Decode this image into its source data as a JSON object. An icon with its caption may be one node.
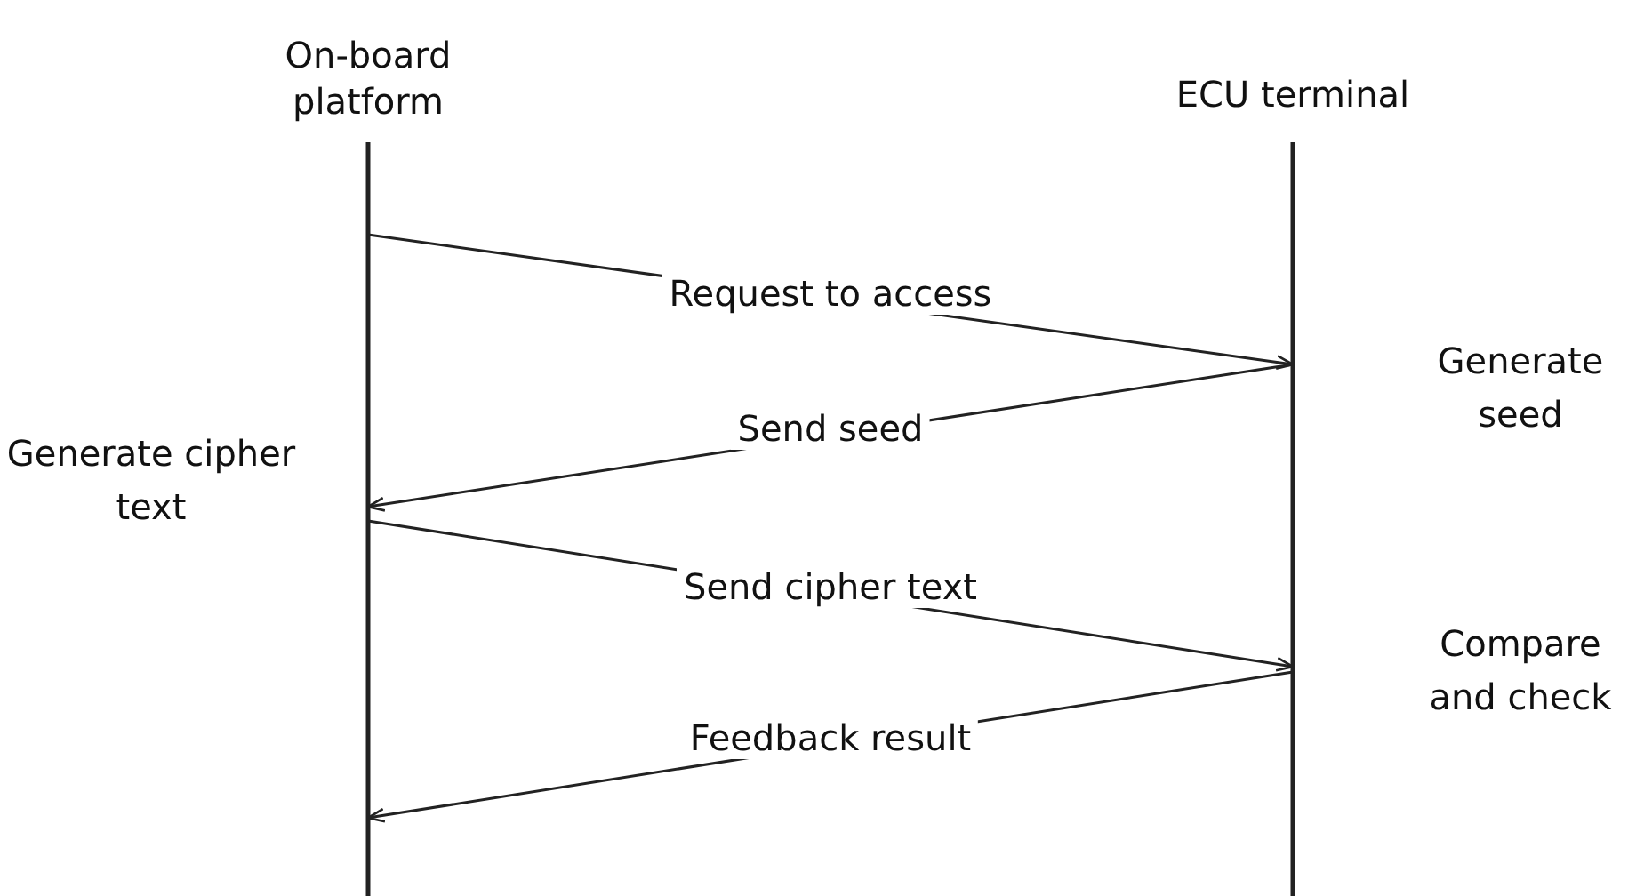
{
  "diagram": {
    "nodes": [
      {
        "text": [
          "On-board platform"
        ]
      },
      {
        "text": [
          "ECU terminal"
        ]
      }
    ],
    "edges": [
      {
        "from": 0,
        "to": 1,
        "arrow": "to",
        "label": "Request to access"
      },
      {
        "from": 1,
        "to": 0,
        "arrow": "to",
        "label": "Send seed"
      },
      {
        "from": 0,
        "to": 1,
        "arrow": "to",
        "label": "Send cipher text"
      },
      {
        "from": 1,
        "to": 0,
        "arrow": "to",
        "label": "Feedback result"
      }
    ],
    "labels": [
      "Generate seed",
      "Generate cipher text",
      "Compare and check"
    ]
  }
}
